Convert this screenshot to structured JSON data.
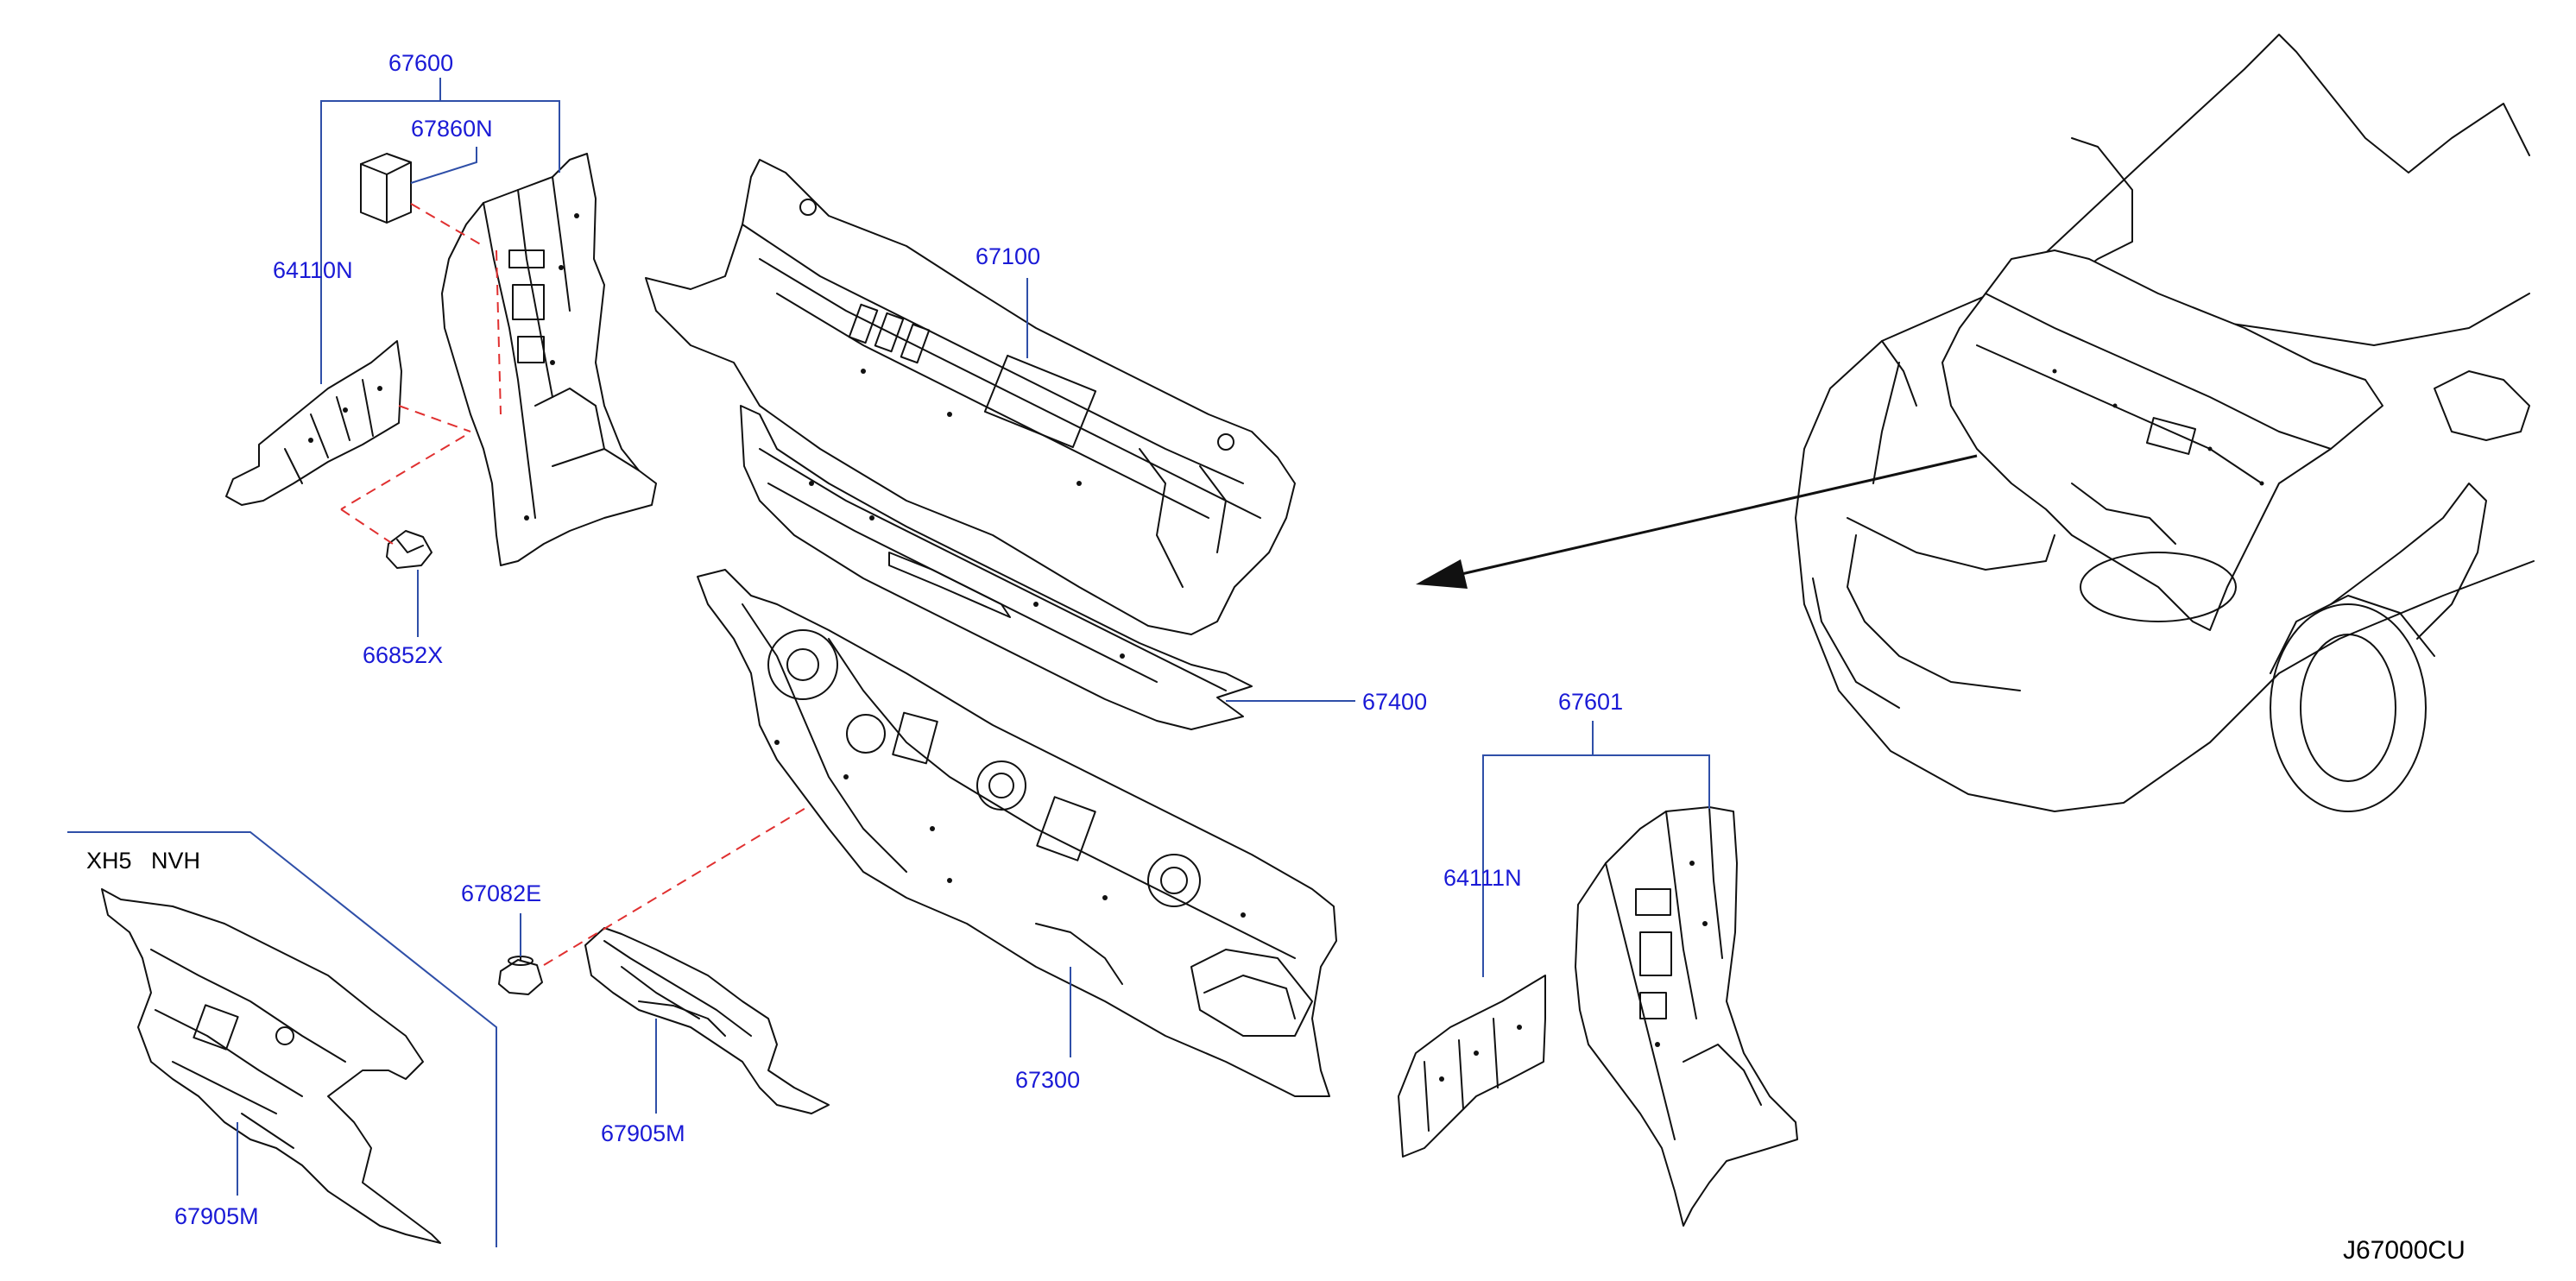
{
  "diagram": {
    "code": "J67000CU",
    "variant_note": "XH5   NVH",
    "colors": {
      "part_label": "#1a1ad6",
      "leader_line": "#2f4fa8",
      "hidden_link": "#e03030",
      "outline": "#111111"
    },
    "part_labels": [
      {
        "id": "67600",
        "text": "67600"
      },
      {
        "id": "67860N",
        "text": "67860N"
      },
      {
        "id": "64110N",
        "text": "64110N"
      },
      {
        "id": "66852X",
        "text": "66852X"
      },
      {
        "id": "67100",
        "text": "67100"
      },
      {
        "id": "67400",
        "text": "67400"
      },
      {
        "id": "67601",
        "text": "67601"
      },
      {
        "id": "64111N",
        "text": "64111N"
      },
      {
        "id": "67082E",
        "text": "67082E"
      },
      {
        "id": "67300",
        "text": "67300"
      },
      {
        "id": "67905M_center",
        "text": "67905M"
      },
      {
        "id": "67905M_left",
        "text": "67905M"
      }
    ]
  }
}
